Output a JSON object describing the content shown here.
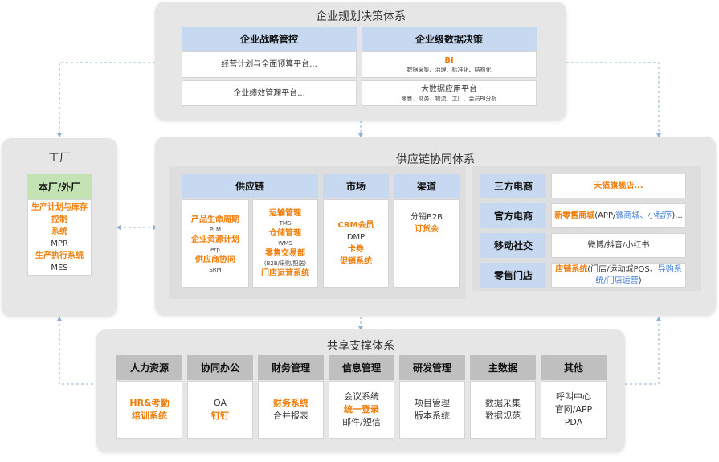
{
  "top": {
    "title": "企业规划决策体系",
    "strategy": {
      "header": "企业战略管控",
      "item1": "经营计划与全面预算平台...",
      "item2": "企业绩效管理平台..."
    },
    "data": {
      "header": "企业级数据决策",
      "bi_title": "BI",
      "bi_sub": "数据采集、治理、标准化、结构化",
      "bigdata_title": "大数据应用平台",
      "bigdata_sub": "零售、财务、物流、工厂、会员BI分析"
    }
  },
  "factory": {
    "title": "工厂",
    "header": "本厂/外厂",
    "lines": [
      {
        "text": "生产计划与库存控制",
        "style": "o"
      },
      {
        "text": "系统",
        "style": "o"
      },
      {
        "text": "MPR",
        "style": ""
      },
      {
        "text": "生产执行系统",
        "style": "o"
      },
      {
        "text": "MES",
        "style": ""
      }
    ]
  },
  "supply": {
    "title": "供应链协同体系",
    "chain": {
      "header": "供应链",
      "left": [
        {
          "text": "产品生命周期",
          "style": "o"
        },
        {
          "text": "PLM",
          "style": "s"
        },
        {
          "text": "企业资源计划",
          "style": "o"
        },
        {
          "text": "erp",
          "style": "s"
        },
        {
          "text": "供应商协同",
          "style": "o"
        },
        {
          "text": "SRM",
          "style": "s"
        }
      ],
      "right": [
        {
          "text": "运输管理",
          "style": "o"
        },
        {
          "text": "TMS",
          "style": "s"
        },
        {
          "text": "仓储管理",
          "style": "o"
        },
        {
          "text": "WMS",
          "style": "s"
        },
        {
          "text": "零售交易部",
          "style": "o"
        },
        {
          "text": "(B2B/采购/配送)",
          "style": "s"
        },
        {
          "text": "门店运营系统",
          "style": "o"
        }
      ]
    },
    "market": {
      "header": "市场",
      "lines": [
        {
          "text": "CRM会员",
          "style": "o"
        },
        {
          "text": "DMP",
          "style": ""
        },
        {
          "text": "卡券",
          "style": "o"
        },
        {
          "text": "促销系统",
          "style": "o"
        }
      ]
    },
    "channel": {
      "header": "渠道",
      "lines": [
        {
          "text": "分销B2B",
          "style": ""
        },
        {
          "text": "订货会",
          "style": "o"
        }
      ]
    },
    "ecom": [
      {
        "label": "三方电商",
        "parts": [
          {
            "text": "天猫旗舰店...",
            "style": "o"
          }
        ]
      },
      {
        "label": "官方电商",
        "parts": [
          {
            "text": "新零售商城",
            "style": "o"
          },
          {
            "text": "(APP/",
            "style": ""
          },
          {
            "text": "微商城、小程序",
            "style": "b"
          },
          {
            "text": ")...",
            "style": ""
          }
        ]
      },
      {
        "label": "移动社交",
        "parts": [
          {
            "text": "微博/抖音/小红书",
            "style": ""
          }
        ]
      },
      {
        "label": "零售门店",
        "parts": [
          {
            "text": "店铺系统",
            "style": "o"
          },
          {
            "text": "(门店/运动城POS、",
            "style": ""
          },
          {
            "text": "导购系统/门店运营",
            "style": "b"
          },
          {
            "text": ")",
            "style": ""
          }
        ]
      }
    ]
  },
  "shared": {
    "title": "共享支撑体系",
    "columns": [
      {
        "header": "人力资源",
        "lines": [
          {
            "text": "HR&考勤",
            "style": "o"
          },
          {
            "text": "培训系统",
            "style": "o"
          }
        ]
      },
      {
        "header": "协同办公",
        "lines": [
          {
            "text": "OA",
            "style": ""
          },
          {
            "text": "钉钉",
            "style": "o"
          }
        ]
      },
      {
        "header": "财务管理",
        "lines": [
          {
            "text": "财务系统",
            "style": "o"
          },
          {
            "text": "合并报表",
            "style": ""
          }
        ]
      },
      {
        "header": "信息管理",
        "lines": [
          {
            "text": "会议系统",
            "style": ""
          },
          {
            "text": "统一登录",
            "style": "o"
          },
          {
            "text": "邮件/短信",
            "style": ""
          }
        ]
      },
      {
        "header": "研发管理",
        "lines": [
          {
            "text": "项目管理",
            "style": ""
          },
          {
            "text": "版本系统",
            "style": ""
          }
        ]
      },
      {
        "header": "主数据",
        "lines": [
          {
            "text": "数据采集",
            "style": ""
          },
          {
            "text": "数据规范",
            "style": ""
          }
        ]
      },
      {
        "header": "其他",
        "lines": [
          {
            "text": "呼叫中心",
            "style": ""
          },
          {
            "text": "官网/APP",
            "style": ""
          },
          {
            "text": "PDA",
            "style": ""
          }
        ]
      }
    ]
  }
}
